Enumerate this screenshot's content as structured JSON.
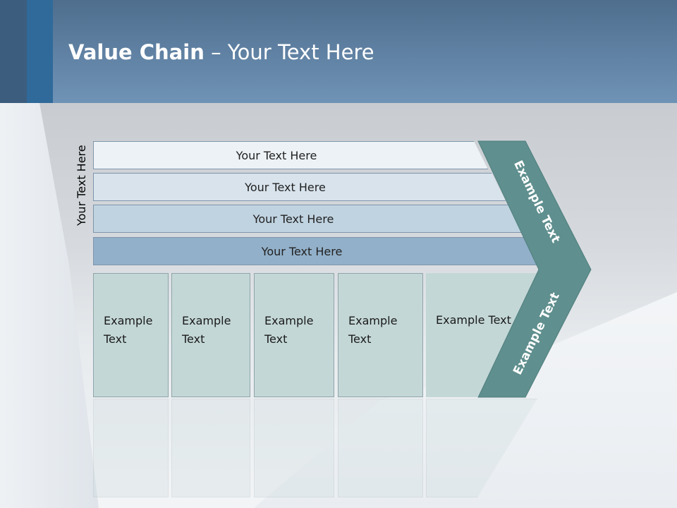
{
  "header": {
    "title_bold": "Value Chain",
    "title_rest": " – Your Text Here"
  },
  "side_label": "Your Text Here",
  "bars": [
    "Your Text Here",
    "Your Text Here",
    "Your Text Here",
    "Your Text Here"
  ],
  "boxes": [
    {
      "line1": "Example",
      "line2": "Text"
    },
    {
      "line1": "Example",
      "line2": "Text"
    },
    {
      "line1": "Example",
      "line2": "Text"
    },
    {
      "line1": "Example",
      "line2": "Text"
    },
    {
      "line1": "Example",
      "line2": "Text"
    }
  ],
  "chevron": {
    "upper_text": "Example Text",
    "lower_text": "Example Text"
  },
  "colors": {
    "header_top": "#4f6e8e",
    "header_bottom": "#6f93b6",
    "chevron": "#5f8f8e",
    "box_fill": "#c4d7d7"
  }
}
